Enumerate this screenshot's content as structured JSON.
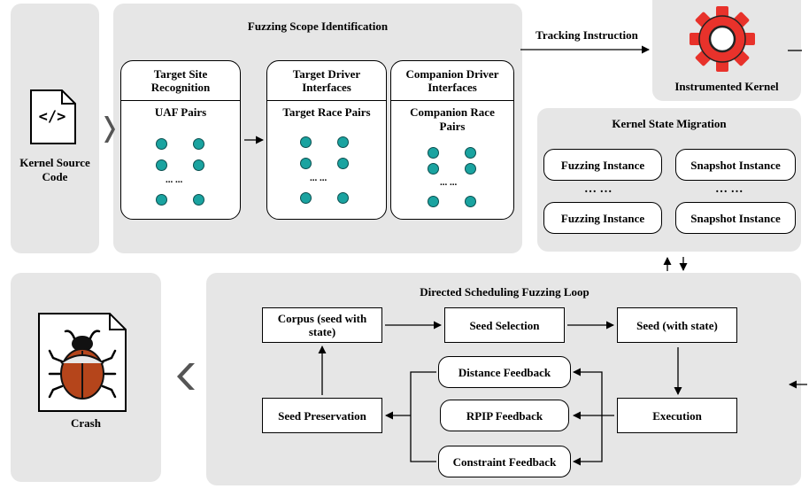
{
  "kernel_source": {
    "label": "Kernel Source Code",
    "code_glyph": "</>"
  },
  "fuzzing_scope": {
    "title": "Fuzzing Scope Identification",
    "target_site": {
      "header": "Target Site Recognition",
      "sub": "UAF Pairs",
      "ellipsis": "... ..."
    },
    "target_driver": {
      "header": "Target Driver Interfaces",
      "sub": "Target Race Pairs",
      "ellipsis": "... ..."
    },
    "companion_driver": {
      "header": "Companion Driver Interfaces",
      "sub": "Companion Race Pairs",
      "ellipsis": "... ..."
    }
  },
  "tracking_label": "Tracking Instruction",
  "instrumented_kernel": {
    "label": "Instrumented Kernel",
    "gear_color": "#e8322b"
  },
  "state_migration": {
    "title": "Kernel State Migration",
    "fuzzing_instance": "Fuzzing Instance",
    "snapshot_instance": "Snapshot Instance",
    "ellipsis": "… …"
  },
  "crash": {
    "label": "Crash",
    "bug_color": "#b5451b"
  },
  "loop": {
    "title": "Directed Scheduling Fuzzing Loop",
    "corpus": "Corpus (seed with state)",
    "seed_selection": "Seed Selection",
    "seed": "Seed (with state)",
    "execution": "Execution",
    "distance_feedback": "Distance Feedback",
    "rpip_feedback": "RPIP Feedback",
    "constraint_feedback": "Constraint Feedback",
    "seed_preservation": "Seed Preservation"
  },
  "colors": {
    "panel": "#e6e6e6",
    "dot": "#1aa3a0",
    "chevron": "#555555"
  }
}
